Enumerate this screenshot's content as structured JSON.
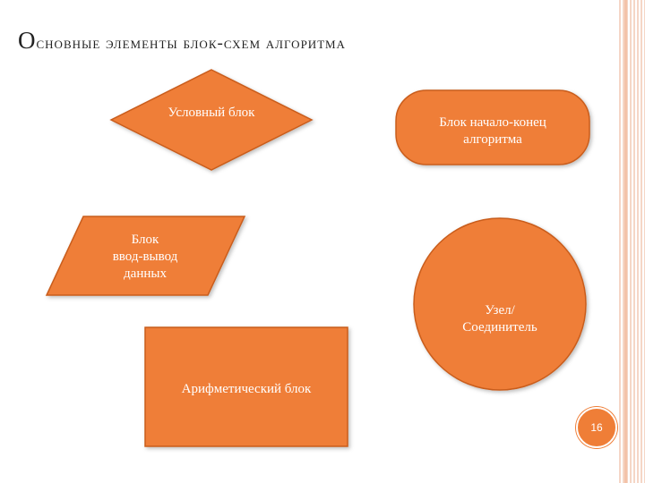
{
  "slide": {
    "title_first": "О",
    "title_rest": "сновные элементы блок-схем алгоритма",
    "page_number": "16"
  },
  "blocks": {
    "conditional": "Условный блок",
    "start_end": "Блок начало-конец алгоритма",
    "io": [
      "Блок",
      "ввод-вывод",
      "данных"
    ],
    "connector": [
      "Узел/",
      "Соединитель"
    ],
    "arithmetic": "Арифметический блок"
  },
  "colors": {
    "fill": "#ef7e37",
    "stroke": "#c95d1d",
    "frame": "#f3c2a8"
  }
}
